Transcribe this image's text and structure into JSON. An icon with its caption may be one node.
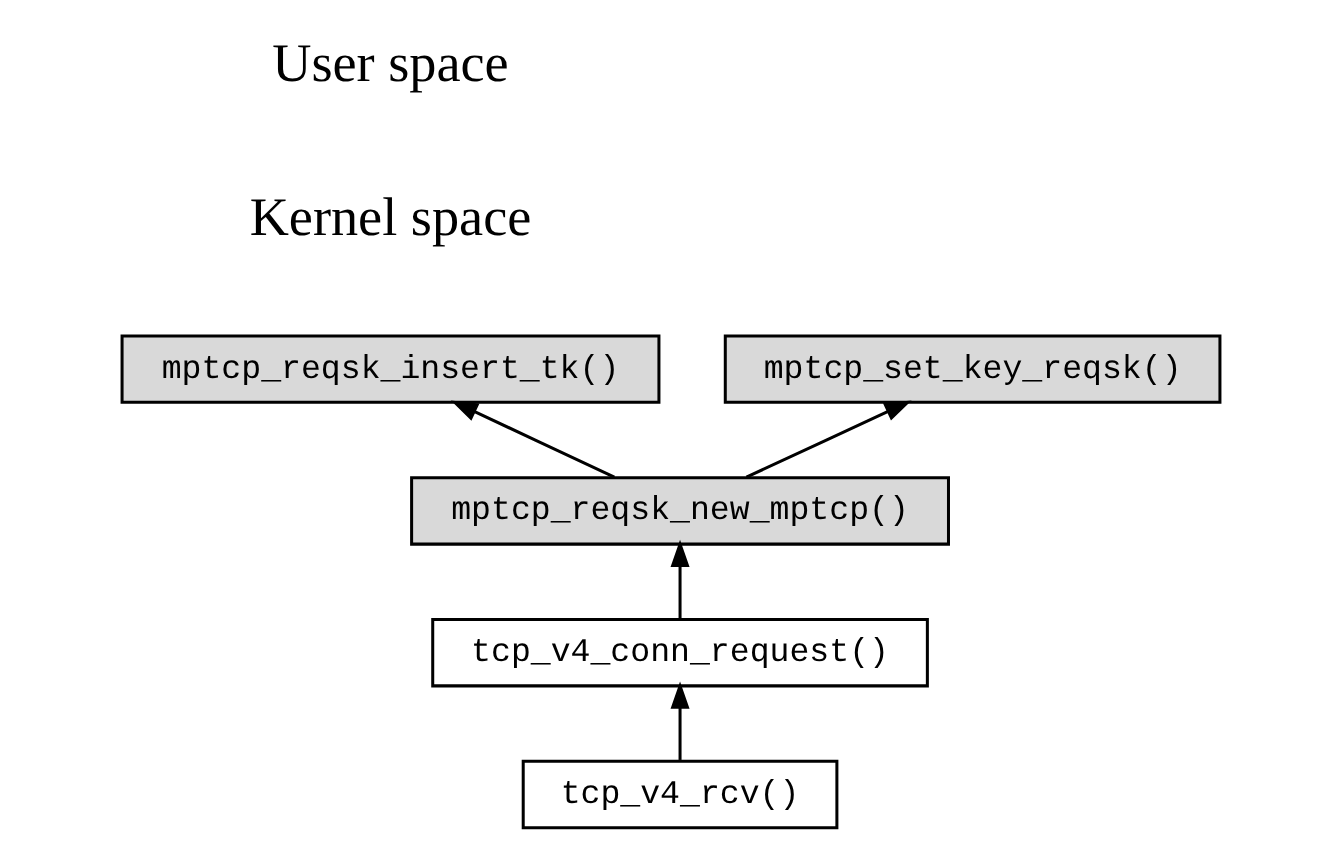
{
  "diagram": {
    "nodes": [
      {
        "text": [
          "mptcp_reqsk_insert_tk()"
        ]
      },
      {
        "text": [
          "mptcp_set_key_reqsk()"
        ]
      },
      {
        "text": [
          "mptcp_reqsk_new_mptcp()"
        ]
      },
      {
        "text": [
          "tcp_v4_conn_request()"
        ]
      },
      {
        "text": [
          "tcp_v4_rcv()"
        ]
      }
    ],
    "edges": [
      {
        "from": 4,
        "to": 3,
        "arrow": "to"
      },
      {
        "from": 3,
        "to": 2,
        "arrow": "to"
      },
      {
        "from": 2,
        "to": 1,
        "arrow": "to"
      },
      {
        "from": 2,
        "to": 0,
        "arrow": "to"
      }
    ],
    "labels": [
      "User space",
      "Kernel space"
    ]
  }
}
